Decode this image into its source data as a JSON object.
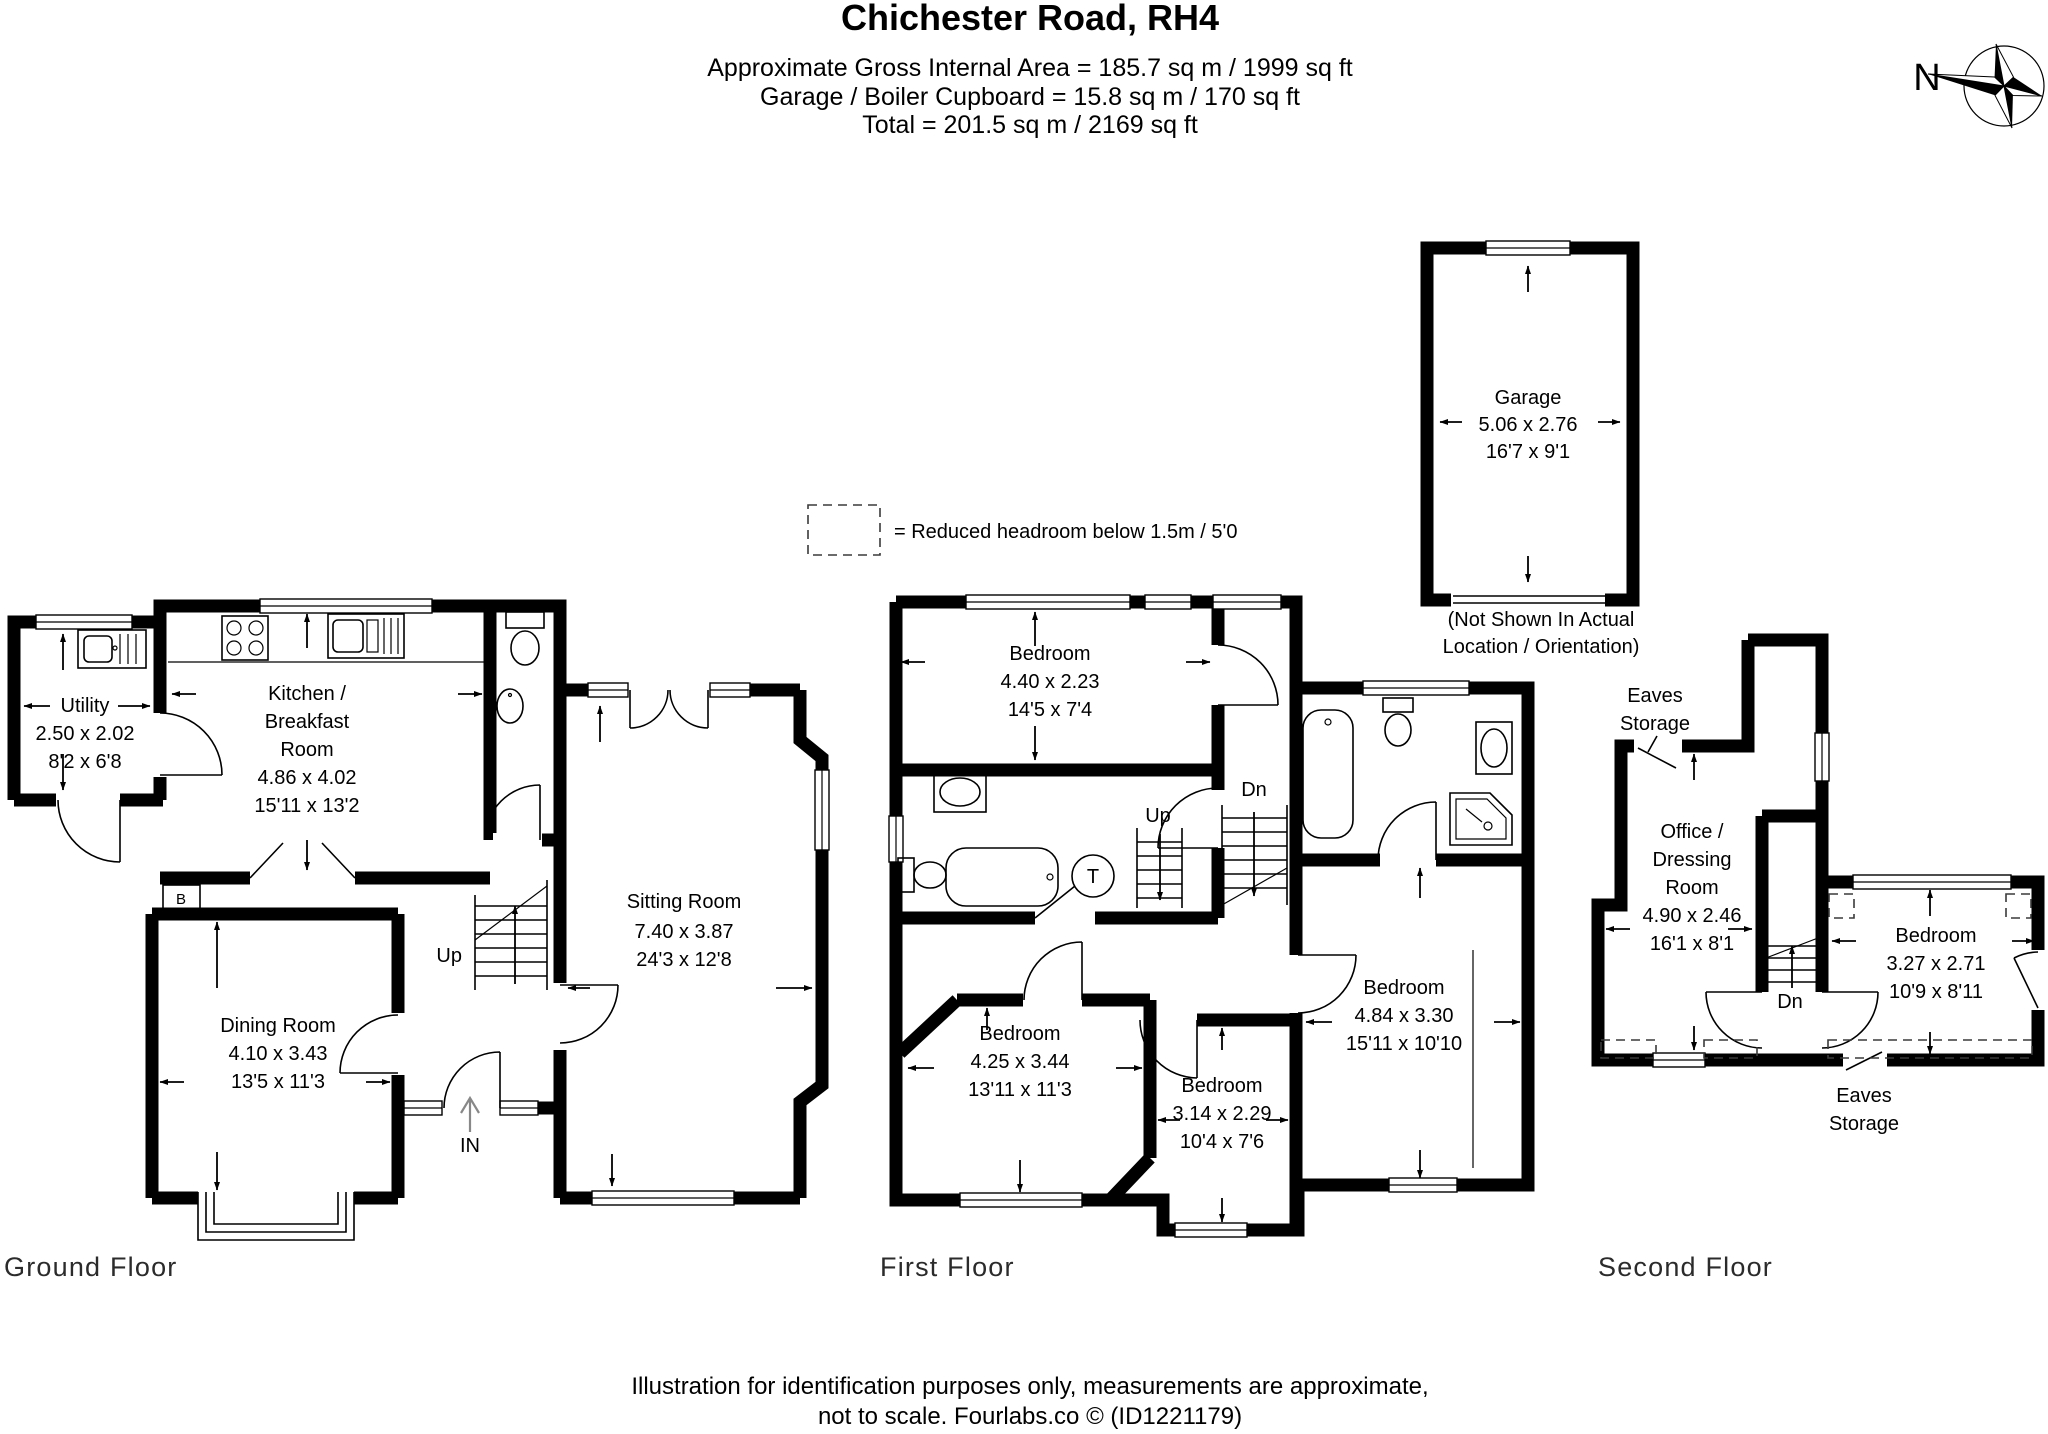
{
  "header": {
    "title": "Chichester Road, RH4",
    "area_line": "Approximate Gross Internal Area = 185.7 sq m / 1999 sq ft",
    "garage_line": "Garage / Boiler Cupboard = 15.8 sq m / 170 sq ft",
    "total_line": "Total = 201.5 sq m / 2169 sq ft"
  },
  "compass": {
    "north_label": "N"
  },
  "legend": {
    "label": "= Reduced headroom below 1.5m / 5'0"
  },
  "garage": {
    "name": "Garage",
    "metric": "5.06 x 2.76",
    "imperial": "16'7 x 9'1",
    "note1": "(Not Shown In Actual",
    "note2": "Location / Orientation)"
  },
  "ground": {
    "floor_label": "Ground Floor",
    "utility": {
      "name": "Utility",
      "metric": "2.50 x 2.02",
      "imperial": "8'2 x 6'8"
    },
    "kitchen": {
      "name1": "Kitchen /",
      "name2": "Breakfast",
      "name3": "Room",
      "metric": "4.86 x 4.02",
      "imperial": "15'11 x 13'2"
    },
    "sitting": {
      "name": "Sitting Room",
      "metric": "7.40 x 3.87",
      "imperial": "24'3 x 12'8"
    },
    "dining": {
      "name": "Dining Room",
      "metric": "4.10 x 3.43",
      "imperial": "13'5 x 11'3"
    },
    "up_label": "Up",
    "in_label": "IN",
    "boiler_label": "B"
  },
  "first": {
    "floor_label": "First Floor",
    "bedroom1": {
      "name": "Bedroom",
      "metric": "4.40 x 2.23",
      "imperial": "14'5 x 7'4"
    },
    "bedroom2": {
      "name": "Bedroom",
      "metric": "4.25 x 3.44",
      "imperial": "13'11 x 11'3"
    },
    "bedroom3": {
      "name": "Bedroom",
      "metric": "3.14 x 2.29",
      "imperial": "10'4 x 7'6"
    },
    "bedroom4": {
      "name": "Bedroom",
      "metric": "4.84 x 3.30",
      "imperial": "15'11 x 10'10"
    },
    "up_label": "Up",
    "dn_label": "Dn",
    "tank_label": "T"
  },
  "second": {
    "floor_label": "Second Floor",
    "office": {
      "name1": "Office /",
      "name2": "Dressing",
      "name3": "Room",
      "metric": "4.90 x 2.46",
      "imperial": "16'1 x 8'1"
    },
    "bedroom": {
      "name": "Bedroom",
      "metric": "3.27 x 2.71",
      "imperial": "10'9 x 8'11"
    },
    "eaves_top": {
      "line1": "Eaves",
      "line2": "Storage"
    },
    "eaves_bottom": {
      "line1": "Eaves",
      "line2": "Storage"
    },
    "dn_label": "Dn"
  },
  "footer": {
    "line1": "Illustration for identification purposes only, measurements are approximate,",
    "line2": "not to scale. Fourlabs.co © (ID1221179)"
  }
}
